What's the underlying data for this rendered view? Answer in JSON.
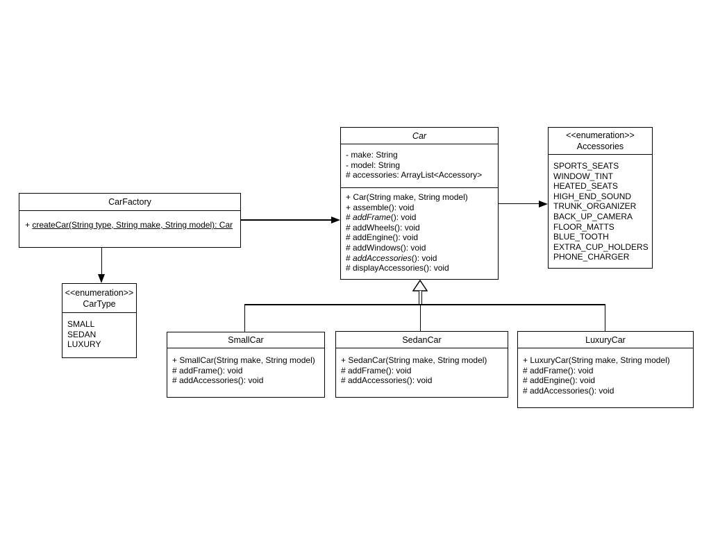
{
  "colors": {
    "line": "#000000",
    "background": "#ffffff",
    "box_fill": "#ffffff",
    "text": "#000000"
  },
  "classes": {
    "carFactory": {
      "title": "CarFactory",
      "methods": [
        {
          "pre": "+ ",
          "u": "createCar(String type, String make, String model): Car"
        }
      ]
    },
    "car": {
      "title": "Car",
      "abstract": true,
      "attributes": [
        "- make: String",
        "- model: String",
        "# accessories: ArrayList<Accessory>"
      ],
      "methods": [
        "+ Car(String make, String model)",
        "+ assemble(): void",
        {
          "pre": "# ",
          "em": "addFrame",
          "post": "(): void"
        },
        "# addWheels(): void",
        "# addEngine(): void",
        "# addWindows(): void",
        {
          "pre": "# ",
          "em": "addAccessories",
          "post": "(): void"
        },
        "# displayAccessories(): void"
      ]
    },
    "carType": {
      "stereotype": "<<enumeration>>",
      "title": "CarType",
      "values": [
        "SMALL",
        "SEDAN",
        "LUXURY"
      ]
    },
    "accessories": {
      "stereotype": "<<enumeration>>",
      "title": "Accessories",
      "values": [
        "SPORTS_SEATS",
        "WINDOW_TINT",
        "HEATED_SEATS",
        "HIGH_END_SOUND",
        "TRUNK_ORGANIZER",
        "BACK_UP_CAMERA",
        "FLOOR_MATTS",
        "BLUE_TOOTH",
        "EXTRA_CUP_HOLDERS",
        "PHONE_CHARGER"
      ]
    },
    "smallCar": {
      "title": "SmallCar",
      "methods": [
        "+ SmallCar(String make, String model)",
        "# addFrame(): void",
        "# addAccessories(): void"
      ]
    },
    "sedanCar": {
      "title": "SedanCar",
      "methods": [
        "+ SedanCar(String make, String model)",
        "# addFrame(): void",
        "# addAccessories(): void"
      ]
    },
    "luxuryCar": {
      "title": "LuxuryCar",
      "methods": [
        "+ LuxuryCar(String make, String model)",
        "# addFrame(): void",
        "# addEngine(): void",
        "# addAccessories(): void"
      ]
    }
  },
  "relationships": [
    {
      "from": "CarFactory",
      "to": "Car",
      "type": "directed-association"
    },
    {
      "from": "CarFactory",
      "to": "CarType",
      "type": "directed-association"
    },
    {
      "from": "Car",
      "to": "Accessories",
      "type": "directed-association"
    },
    {
      "from": "SmallCar",
      "to": "Car",
      "type": "generalization"
    },
    {
      "from": "SedanCar",
      "to": "Car",
      "type": "generalization"
    },
    {
      "from": "LuxuryCar",
      "to": "Car",
      "type": "generalization"
    }
  ]
}
